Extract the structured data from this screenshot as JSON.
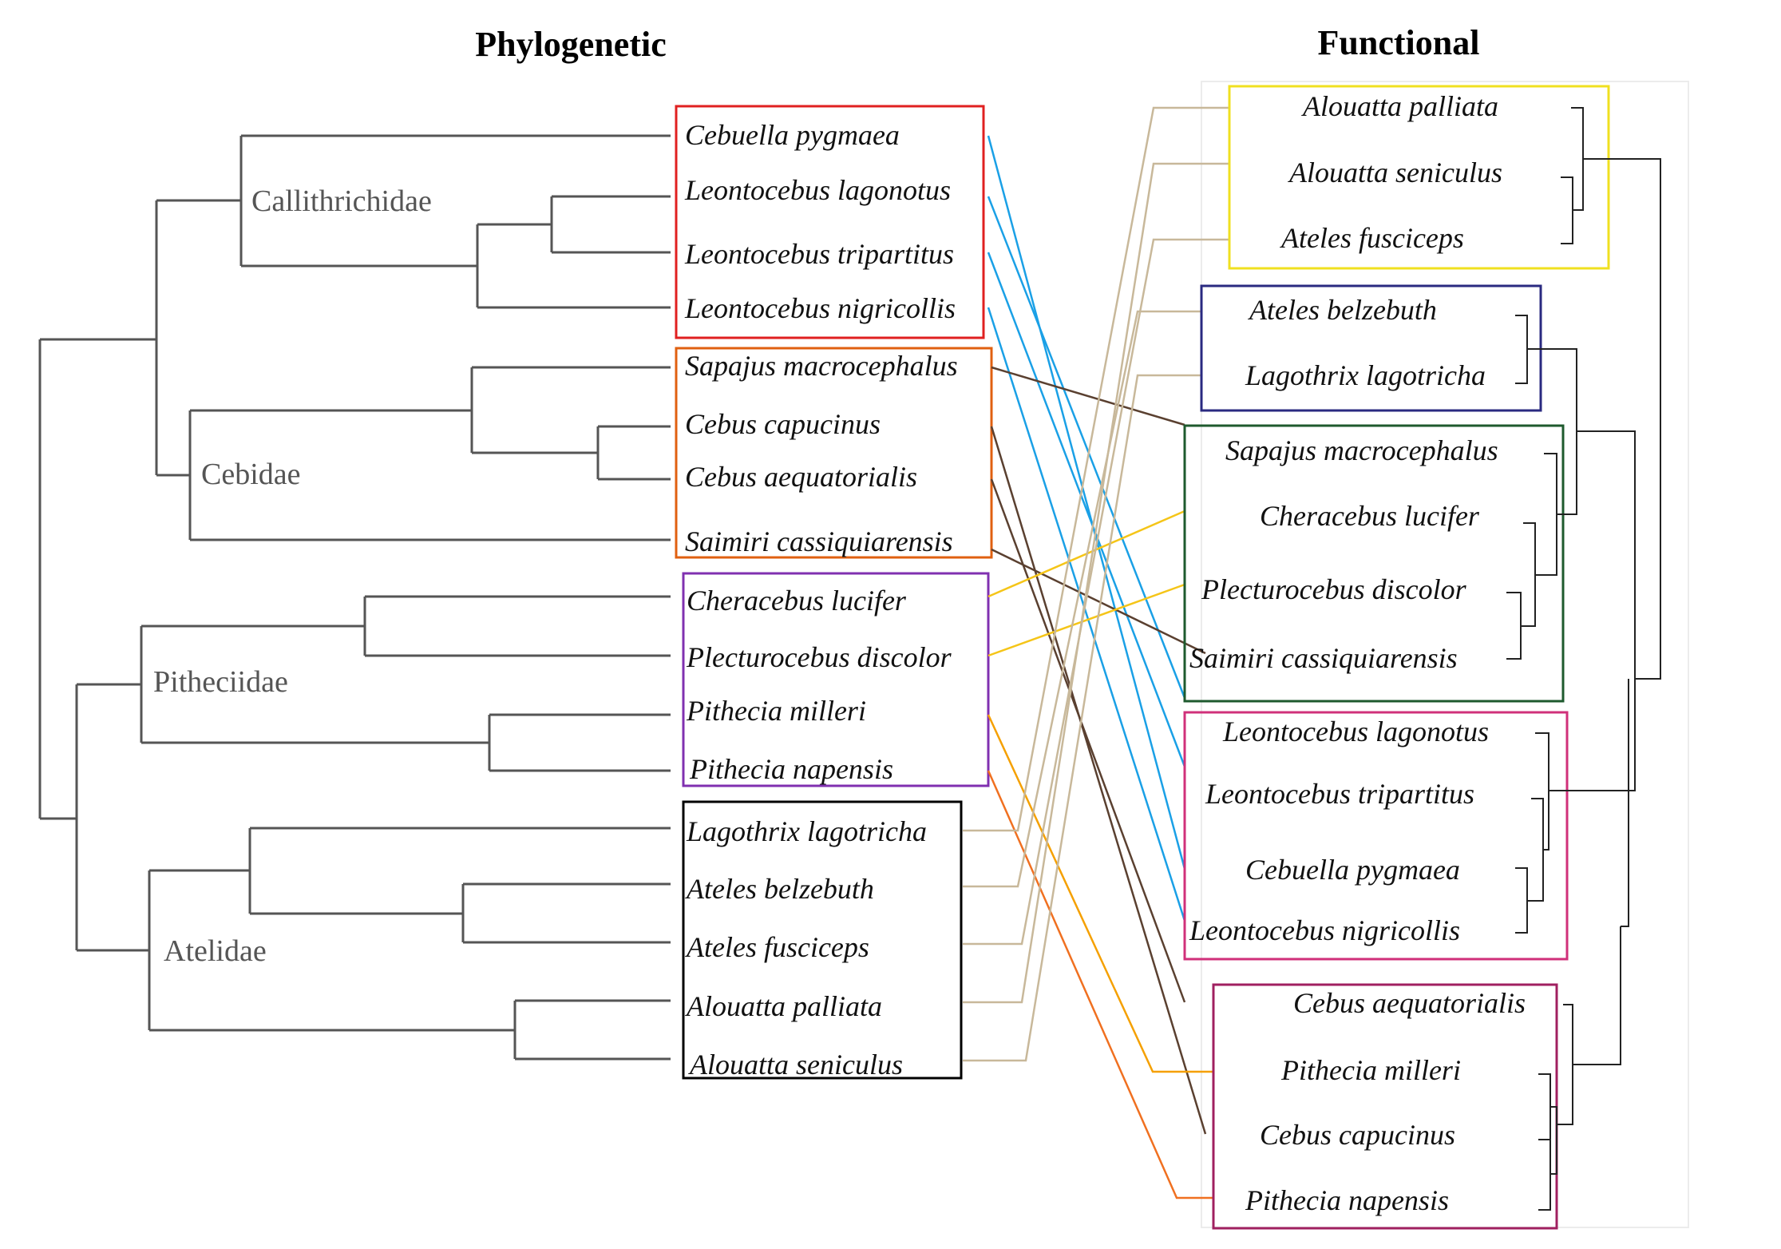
{
  "titles": {
    "left": "Phylogenetic",
    "right": "Functional"
  },
  "families": [
    "Callithrichidae",
    "Cebidae",
    "Pitheciidae",
    "Atelidae"
  ],
  "left_species": [
    "Cebuella pygmaea",
    "Leontocebus lagonotus",
    "Leontocebus tripartitus",
    "Leontocebus nigricollis",
    "Sapajus macrocephalus",
    "Cebus capucinus",
    "Cebus aequatorialis",
    "Saimiri cassiquiarensis",
    "Cheracebus lucifer",
    "Plecturocebus discolor",
    "Pithecia milleri",
    "Pithecia napensis",
    "Lagothrix lagotricha",
    "Ateles belzebuth",
    "Ateles fusciceps",
    "Alouatta palliata",
    "Alouatta seniculus"
  ],
  "right_species": [
    "Alouatta palliata",
    "Alouatta seniculus",
    "Ateles fusciceps",
    "Ateles belzebuth",
    "Lagothrix lagotricha",
    "Sapajus macrocephalus",
    "Cheracebus lucifer",
    "Plecturocebus discolor",
    "Saimiri cassiquiarensis",
    "Leontocebus lagonotus",
    "Leontocebus tripartitus",
    "Cebuella pygmaea",
    "Leontocebus nigricollis",
    "Cebus aequatorialis",
    "Pithecia milleri",
    "Cebus capucinus",
    "Pithecia napensis"
  ],
  "colors": {
    "callithrichidae_box": "#e02020",
    "cebidae_box": "#e06010",
    "pitheciidae_box": "#8030b0",
    "atelidae_box": "#000000",
    "fgroup1_box": "#f0e020",
    "fgroup2_box": "#2a2a80",
    "fgroup3_box": "#1e5a2e",
    "fgroup4_box": "#d0307a",
    "fgroup5_box": "#a02060",
    "link_callithrichidae": "#1aa0e6",
    "link_cebidae": "#5a4030",
    "link_pitheciidae_a": "#f5c518",
    "link_pitheciidae_b": "#f07020",
    "link_atelidae": "#c8b89a"
  }
}
